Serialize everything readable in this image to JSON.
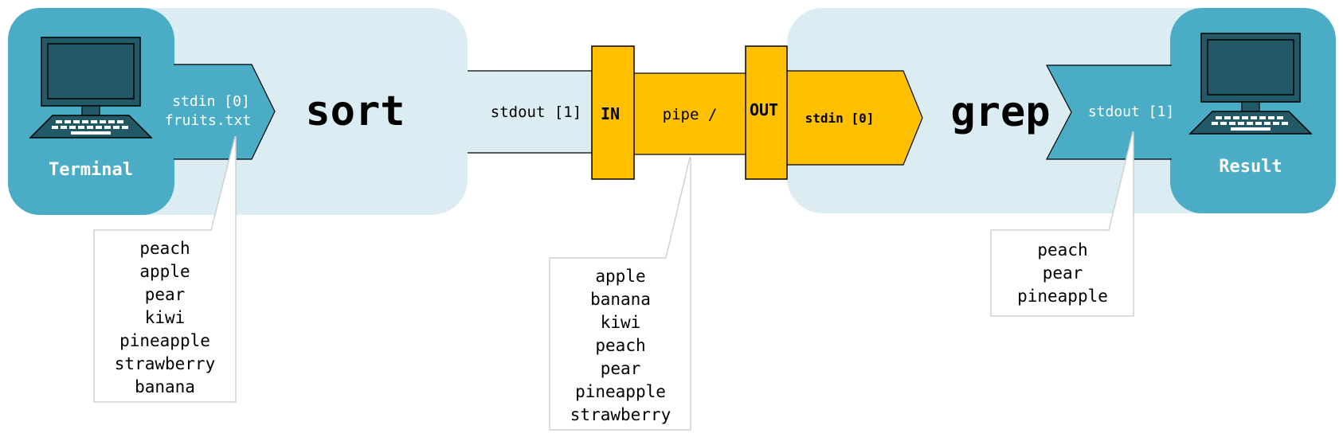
{
  "colors": {
    "panel_light": "#dbedf3",
    "box_teal": "#4bacc6",
    "monitor_dark": "#215967",
    "pipe_yellow": "#ffc000",
    "outline": "#000000",
    "callout_border": "#d0d0d0"
  },
  "terminal": {
    "title": "Terminal",
    "icon": "computer-icon",
    "stdin_label": "stdin [0]",
    "stdin_file": "fruits.txt",
    "callout_lines": [
      "peach",
      "apple",
      "pear",
      "kiwi",
      "pineapple",
      "strawberry",
      "banana"
    ]
  },
  "sort": {
    "command": "sort",
    "stdout_label": "stdout [1]"
  },
  "pipe": {
    "in_label": "IN",
    "body_label": "pipe /",
    "out_label": "OUT",
    "stdin_label": "stdin [0]",
    "callout_lines": [
      "apple",
      "banana",
      "kiwi",
      "peach",
      "pear",
      "pineapple",
      "strawberry"
    ]
  },
  "grep": {
    "command": "grep",
    "stdout_label": "stdout [1]"
  },
  "result": {
    "title": "Result",
    "icon": "computer-icon",
    "callout_lines": [
      "peach",
      "pear",
      "pineapple"
    ]
  }
}
